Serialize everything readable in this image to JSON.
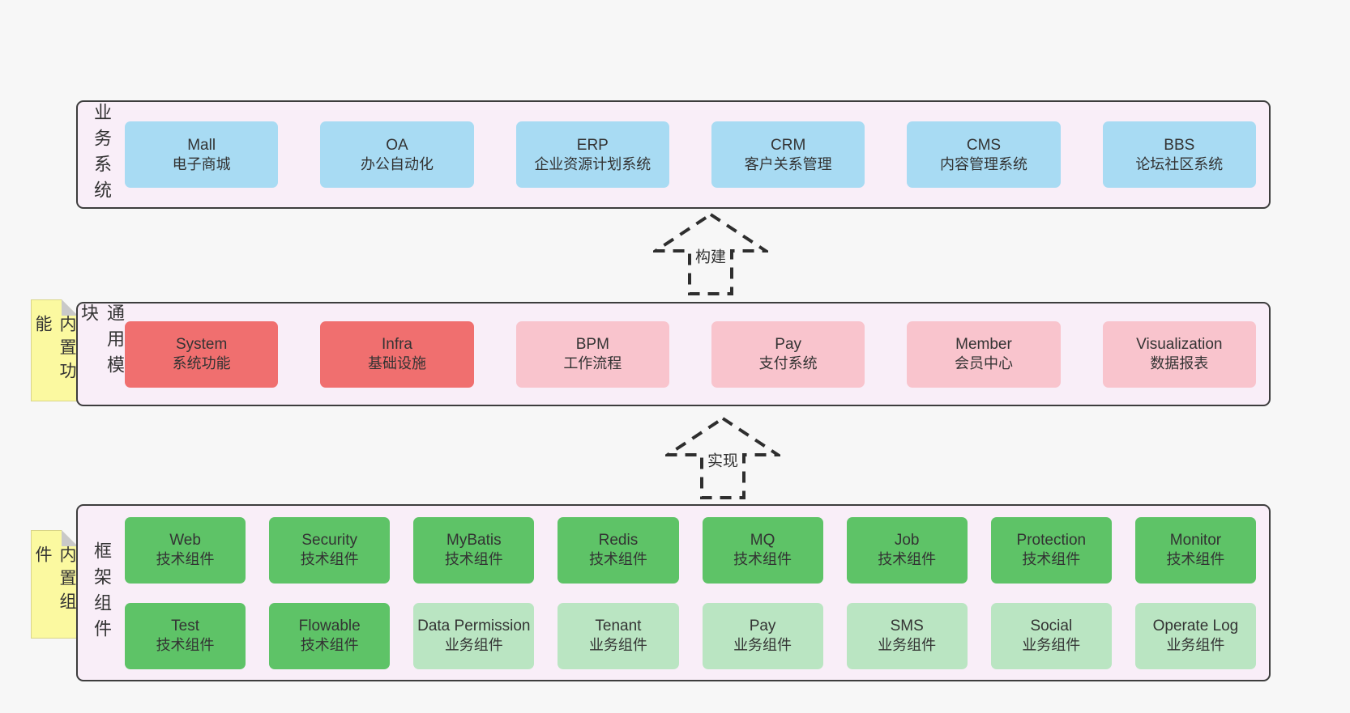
{
  "diagram": {
    "type": "layered-architecture",
    "language": "zh-CN"
  },
  "layers": [
    {
      "label": "业务系统",
      "boxes": [
        {
          "name": "Mall",
          "desc": "电子商城",
          "type": "blue"
        },
        {
          "name": "OA",
          "desc": "办公自动化",
          "type": "blue"
        },
        {
          "name": "ERP",
          "desc": "企业资源计划系统",
          "type": "blue"
        },
        {
          "name": "CRM",
          "desc": "客户关系管理",
          "type": "blue"
        },
        {
          "name": "CMS",
          "desc": "内容管理系统",
          "type": "blue"
        },
        {
          "name": "BBS",
          "desc": "论坛社区系统",
          "type": "blue"
        }
      ]
    },
    {
      "label": "通用模块",
      "sticky": "内置功能",
      "boxes": [
        {
          "name": "System",
          "desc": "系统功能",
          "type": "red"
        },
        {
          "name": "Infra",
          "desc": "基础设施",
          "type": "red"
        },
        {
          "name": "BPM",
          "desc": "工作流程",
          "type": "pink"
        },
        {
          "name": "Pay",
          "desc": "支付系统",
          "type": "pink"
        },
        {
          "name": "Member",
          "desc": "会员中心",
          "type": "pink"
        },
        {
          "name": "Visualization",
          "desc": "数据报表",
          "type": "pink"
        }
      ]
    },
    {
      "label": "框架组件",
      "sticky": "内置组件",
      "rows": [
        [
          {
            "name": "Web",
            "desc": "技术组件",
            "type": "green"
          },
          {
            "name": "Security",
            "desc": "技术组件",
            "type": "green"
          },
          {
            "name": "MyBatis",
            "desc": "技术组件",
            "type": "green"
          },
          {
            "name": "Redis",
            "desc": "技术组件",
            "type": "green"
          },
          {
            "name": "MQ",
            "desc": "技术组件",
            "type": "green"
          },
          {
            "name": "Job",
            "desc": "技术组件",
            "type": "green"
          },
          {
            "name": "Protection",
            "desc": "技术组件",
            "type": "green"
          },
          {
            "name": "Monitor",
            "desc": "技术组件",
            "type": "green"
          }
        ],
        [
          {
            "name": "Test",
            "desc": "技术组件",
            "type": "green"
          },
          {
            "name": "Flowable",
            "desc": "技术组件",
            "type": "green"
          },
          {
            "name": "Data Permission",
            "desc": "业务组件",
            "type": "lgreen"
          },
          {
            "name": "Tenant",
            "desc": "业务组件",
            "type": "lgreen"
          },
          {
            "name": "Pay",
            "desc": "业务组件",
            "type": "lgreen"
          },
          {
            "name": "SMS",
            "desc": "业务组件",
            "type": "lgreen"
          },
          {
            "name": "Social",
            "desc": "业务组件",
            "type": "lgreen"
          },
          {
            "name": "Operate Log",
            "desc": "业务组件",
            "type": "lgreen"
          }
        ]
      ]
    }
  ],
  "arrows": [
    {
      "label": "构建"
    },
    {
      "label": "实现"
    }
  ],
  "colors": {
    "page_bg": "#f7f7f7",
    "container_bg": "#f9eef8",
    "container_border": "#3d3d3d",
    "blue": "#a8dbf3",
    "red": "#f06f6f",
    "pink": "#f9c4cd",
    "green": "#5ec367",
    "light_green": "#bae5c2",
    "sticky_yellow": "#fbf9a0",
    "arrow_stroke": "#2e2e2e"
  }
}
